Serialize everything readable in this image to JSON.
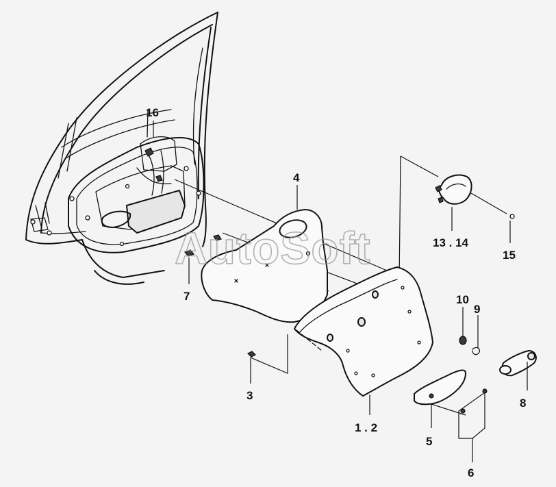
{
  "watermark": "AutoSoft",
  "callouts": {
    "c16": "16",
    "c4": "4",
    "c13_14": "13 . 14",
    "c15": "15",
    "c7": "7",
    "c10": "10",
    "c9": "9",
    "c3": "3",
    "c1_2": "1 . 2",
    "c5": "5",
    "c8": "8",
    "c6": "6"
  },
  "colors": {
    "line": "#111111",
    "background": "#f4f4f4",
    "watermark": "#9a9a9a"
  }
}
